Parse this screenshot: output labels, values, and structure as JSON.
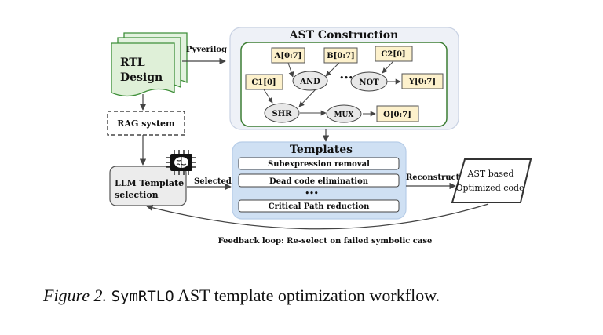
{
  "rtl_design": {
    "line1": "RTL",
    "line2": "Design"
  },
  "pyverilog_label": "Pyverilog",
  "ast_panel": {
    "title": "AST Construction",
    "inputs": [
      "A[0:7]",
      "B[0:7]",
      "C2[0]",
      "C1[0]"
    ],
    "output_y": "Y[0:7]",
    "output_o": "O[0:7]",
    "ops": [
      "AND",
      "NOT",
      "SHR",
      "MUX"
    ],
    "ellipsis": "•••"
  },
  "rag_label": "RAG system",
  "llm": {
    "line1": "LLM Template",
    "line2": "selection"
  },
  "selected_label": "Selected",
  "templates": {
    "title": "Templates",
    "items": [
      "Subexpression removal",
      "Dead code elimination",
      "•••",
      "Critical Path reduction"
    ]
  },
  "reconstruct_label": "Reconstruct",
  "optimized": {
    "line1": "AST based",
    "line2": "Optimized code"
  },
  "feedback_label": "Feedback loop: Re-select on failed symbolic case",
  "caption": {
    "fig": "Figure 2.",
    "mono": "SymRTLO",
    "rest": "AST template optimization workflow."
  }
}
